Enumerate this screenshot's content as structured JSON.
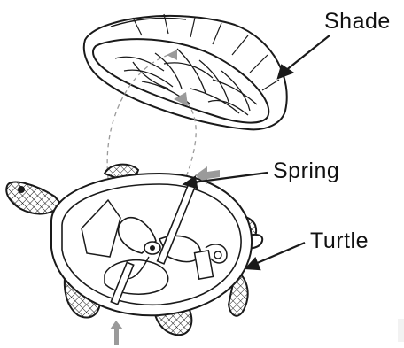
{
  "labels": {
    "shade": "Shade",
    "spring": "Spring",
    "turtle": "Turtle"
  },
  "colors": {
    "line": "#1a1a1a",
    "guide_arrow": "#9a9a9a",
    "dashed_guide": "#9a9a9a",
    "background": "#ffffff"
  }
}
